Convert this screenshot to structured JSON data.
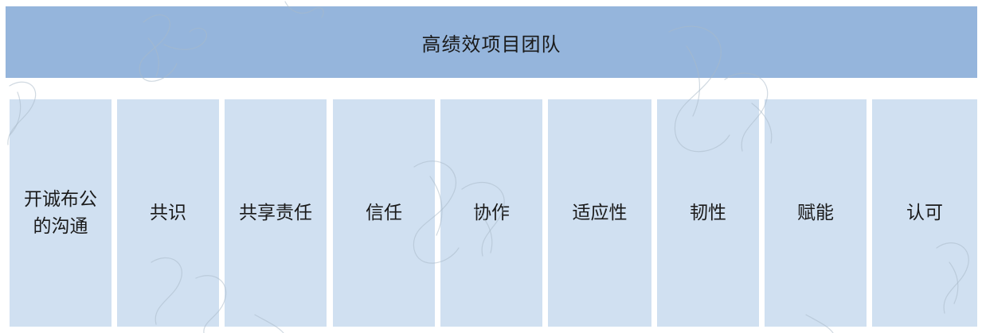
{
  "header": {
    "title": "高绩效项目团队"
  },
  "pillars": [
    {
      "label": "开诚布公\n的沟通"
    },
    {
      "label": "共识"
    },
    {
      "label": "共享责任"
    },
    {
      "label": "信任"
    },
    {
      "label": "协作"
    },
    {
      "label": "适应性"
    },
    {
      "label": "韧性"
    },
    {
      "label": "赋能"
    },
    {
      "label": "认可"
    }
  ],
  "colors": {
    "header_bg": "#95b5dc",
    "pillar_bg": "#d0e0f1",
    "text": "#1a1a1a",
    "watermark": "#a9b9c8"
  },
  "decoration": {
    "watermark_icon": "calligraphy-watermark-icon"
  }
}
